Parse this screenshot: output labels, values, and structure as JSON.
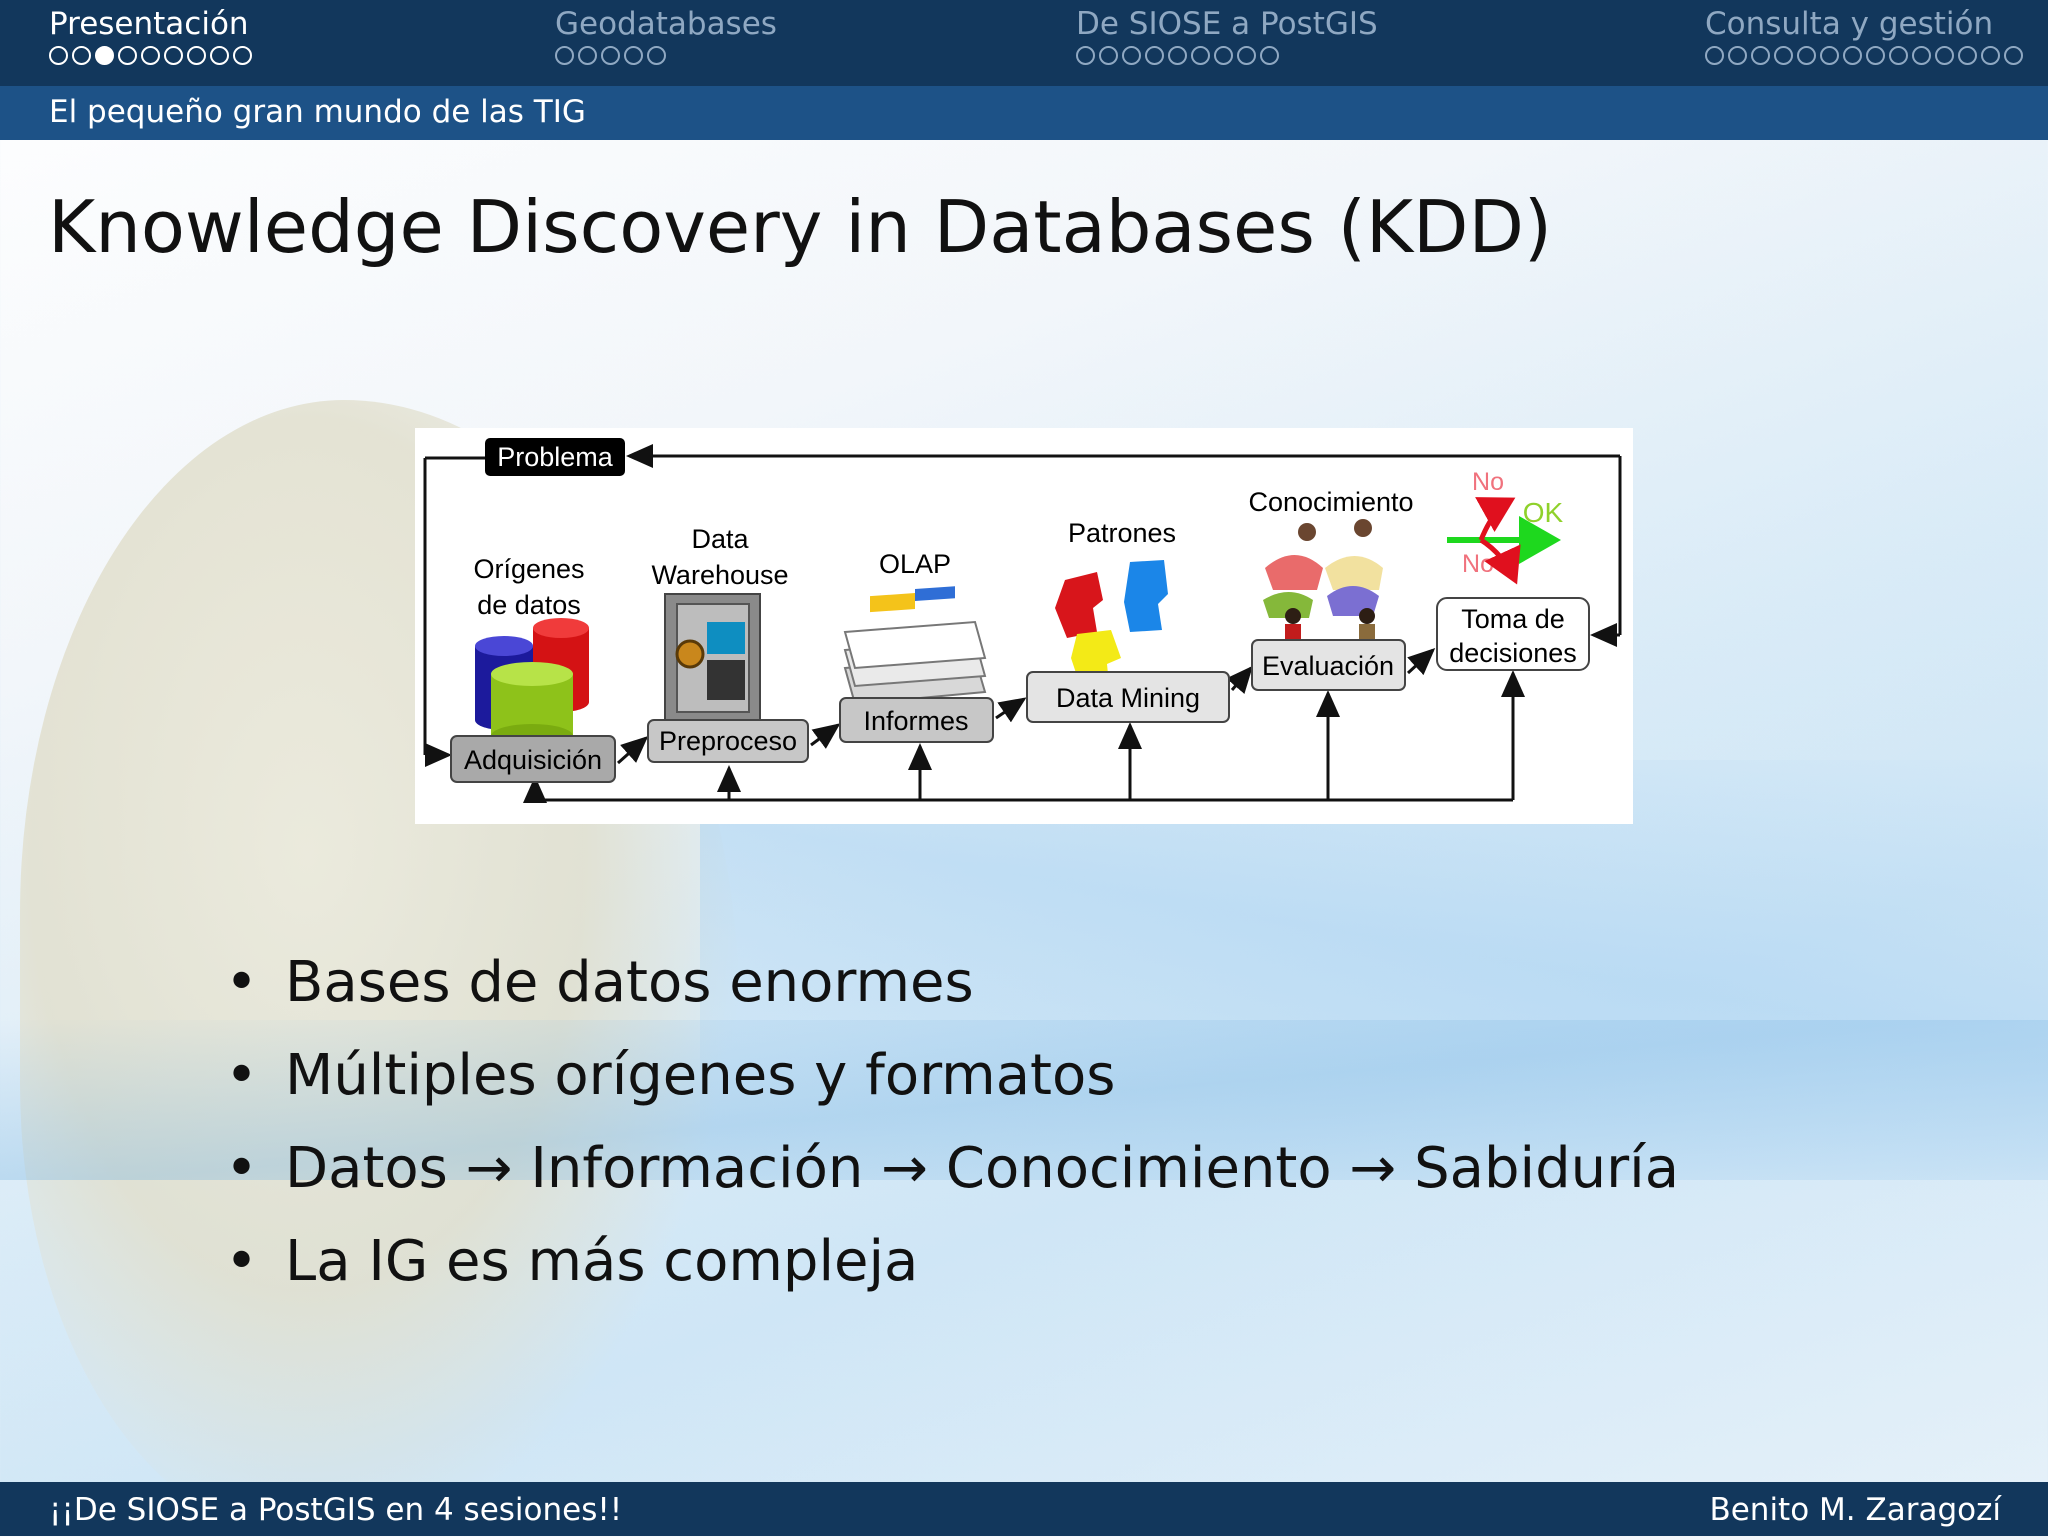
{
  "header": {
    "sections": [
      {
        "label": "Presentación",
        "dots": 9,
        "filled_index": 2,
        "active": true
      },
      {
        "label": "Geodatabases",
        "dots": 5,
        "filled_index": -1,
        "active": false
      },
      {
        "label": "De SIOSE a PostGIS",
        "dots": 9,
        "filled_index": -1,
        "active": false
      },
      {
        "label": "Consulta y gestión",
        "dots": 14,
        "filled_index": -1,
        "active": false
      }
    ],
    "subsection": "El pequeño gran mundo de las TIG"
  },
  "slide": {
    "title": "Knowledge Discovery in Databases (KDD)",
    "bullets": [
      "Bases de datos enormes",
      "Múltiples orígenes y formatos",
      "Datos → Información → Conocimiento → Sabiduría",
      "La IG es más compleja"
    ]
  },
  "diagram": {
    "problem": "Problema",
    "stages": [
      "Adquisición",
      "Preproceso",
      "Informes",
      "Data Mining",
      "Evaluación"
    ],
    "decision": [
      "Toma de",
      "decisiones"
    ],
    "captions": {
      "sources": [
        "Orígenes",
        "de datos"
      ],
      "warehouse": [
        "Data",
        "Warehouse"
      ],
      "olap": "OLAP",
      "patterns": "Patrones",
      "knowledge": "Conocimiento",
      "no1": "No",
      "ok": "OK",
      "no2": "No"
    }
  },
  "footer": {
    "left": "¡¡De SIOSE a PostGIS en 4 sesiones!!",
    "right": "Benito M. Zaragozí"
  }
}
